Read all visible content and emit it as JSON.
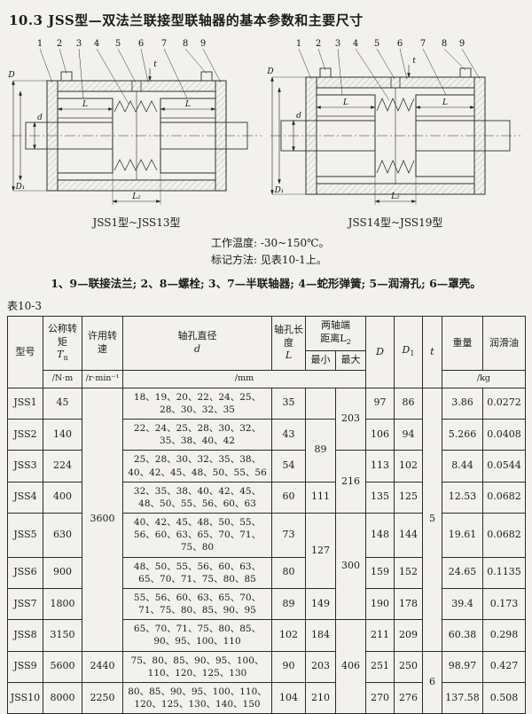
{
  "page": {
    "section_title": "10.3  JSS型—双法兰联接型联轴器的基本参数和主要尺寸",
    "notes": [
      "工作温度: -30~150℃。",
      "标记方法: 见表10-1上。"
    ],
    "legend": "1、9—联接法兰; 2、8—螺栓; 3、7—半联轴器; 4—蛇形弹簧; 5—润滑孔; 6—罩壳。",
    "table_label": "表10-3"
  },
  "figure": {
    "left_caption": "JSS1型~JSS13型",
    "right_caption": "JSS14型~JSS19型",
    "callouts": [
      "1",
      "2",
      "3",
      "4",
      "5",
      "6",
      "7",
      "8",
      "9"
    ],
    "dims": {
      "t": "t",
      "L": "L",
      "L2": "L₂",
      "D": "D",
      "D1": "D₁",
      "d": "d"
    }
  },
  "table": {
    "headers": {
      "model": "型号",
      "torque_name": "公称转矩",
      "torque_sym": "T",
      "torque_sub": "n",
      "unit_torque": "/N·m",
      "speed_name": "许用转速",
      "unit_speed": "/r·min⁻¹",
      "dia_name": "轴孔直径",
      "dia_sym": "d",
      "len_name": "轴孔长度",
      "len_sym": "L",
      "dist_name1": "两轴端",
      "dist_name2": "距离L",
      "dist_sub": "2",
      "min": "最小",
      "max": "最大",
      "D": "D",
      "D1_sym": "D",
      "D1_sub": "1",
      "t": "t",
      "weight": "重量",
      "oil": "润滑油",
      "unit_mm": "/mm",
      "unit_kg": "/kg"
    },
    "rows": [
      [
        "JSS1",
        "45",
        {
          "t": "3600",
          "rs": 8
        },
        {
          "t": "18、19、20、22、24、25、28、30、32、35",
          "cls": "dia"
        },
        "35",
        "",
        {
          "t": "203",
          "rs": 2
        },
        "97",
        "86",
        {
          "t": "5",
          "rs": 8
        },
        "3.86",
        "0.0272"
      ],
      [
        "JSS2",
        "140",
        {
          "t": "22、24、25、28、30、32、35、38、40、42",
          "cls": "dia"
        },
        "43",
        {
          "t": "89",
          "rs": 2
        },
        "106",
        "94",
        "5.266",
        "0.0408"
      ],
      [
        "JSS3",
        "224",
        {
          "t": "25、28、30、32、35、38、40、42、45、48、50、55、56",
          "cls": "dia"
        },
        "54",
        {
          "t": "216",
          "rs": 2
        },
        "113",
        "102",
        "8.44",
        "0.0544"
      ],
      [
        "JSS4",
        "400",
        {
          "t": "32、35、38、40、42、45、48、50、55、56、60、63",
          "cls": "dia"
        },
        "60",
        "111",
        "135",
        "125",
        "12.53",
        "0.0682"
      ],
      [
        "JSS5",
        "630",
        {
          "t": "40、42、45、48、50、55、56、60、63、65、70、71、75、80",
          "cls": "dia"
        },
        "73",
        {
          "t": "127",
          "rs": 2
        },
        {
          "t": "300",
          "rs": 3
        },
        "148",
        "144",
        "19.61",
        "0.0682"
      ],
      [
        "JSS6",
        "900",
        {
          "t": "48、50、55、56、60、63、65、70、71、75、80、85",
          "cls": "dia"
        },
        "80",
        "159",
        "152",
        "24.65",
        "0.1135"
      ],
      [
        "JSS7",
        "1800",
        {
          "t": "55、56、60、63、65、70、71、75、80、85、90、95",
          "cls": "dia"
        },
        "89",
        "149",
        "190",
        "178",
        "39.4",
        "0.173"
      ],
      [
        "JSS8",
        "3150",
        {
          "t": "65、70、71、75、80、85、90、95、100、110",
          "cls": "dia"
        },
        "102",
        "184",
        {
          "t": "406",
          "rs": 3
        },
        "211",
        "209",
        "60.38",
        "0.298"
      ],
      [
        "JSS9",
        "5600",
        "2440",
        {
          "t": "75、80、85、90、95、100、110、120、125、130",
          "cls": "dia"
        },
        "90",
        "203",
        "251",
        "250",
        {
          "t": "6",
          "rs": 2
        },
        "98.97",
        "0.427"
      ],
      [
        "JSS10",
        "8000",
        "2250",
        {
          "t": "80、85、90、95、100、110、120、125、130、140、150",
          "cls": "dia"
        },
        "104",
        "210",
        "270",
        "276",
        "137.58",
        "0.508"
      ]
    ]
  }
}
